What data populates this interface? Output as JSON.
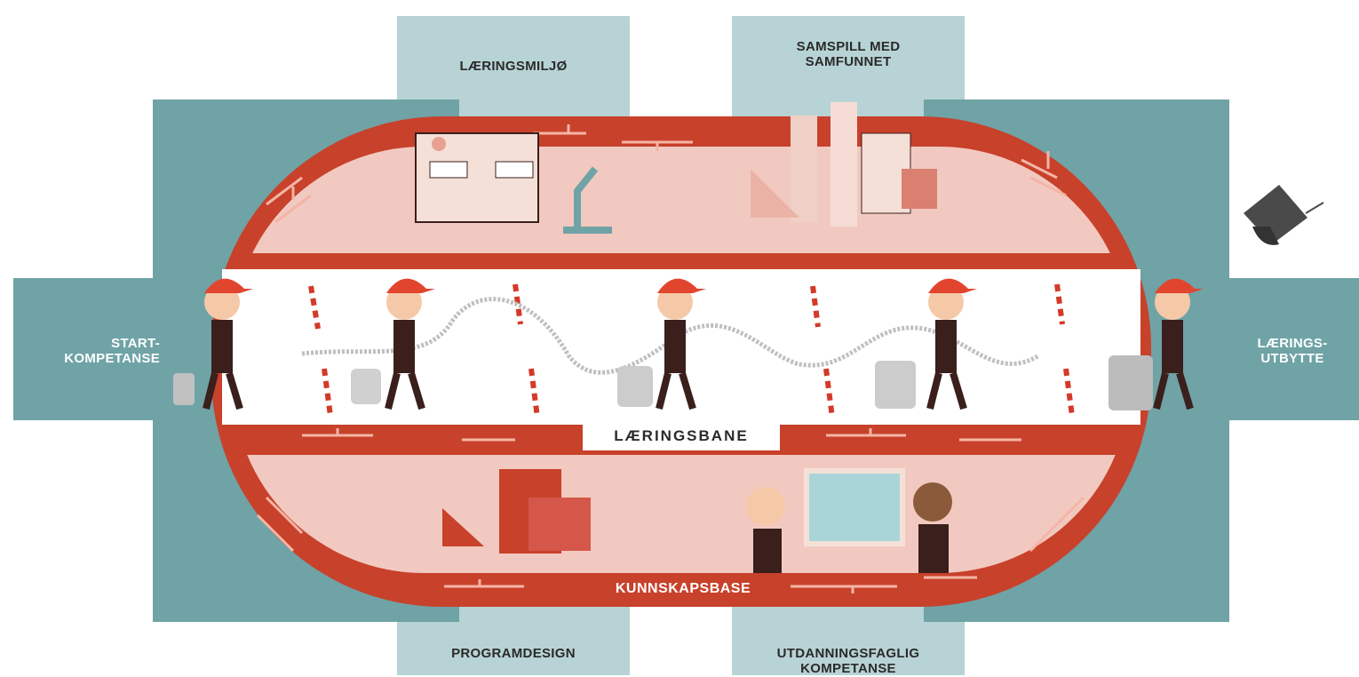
{
  "labels": {
    "top_left": "LÆRINGSMILJØ",
    "top_right_line1": "SAMSPILL MED",
    "top_right_line2": "SAMFUNNET",
    "left_line1": "START-",
    "left_line2": "KOMPETANSE",
    "right_line1": "LÆRINGS-",
    "right_line2": "UTBYTTE",
    "bottom_left": "PROGRAMDESIGN",
    "bottom_right_line1": "UTDANNINGSFAGLIG",
    "bottom_right_line2": "KOMPETANSE",
    "track": "LÆRINGSBANE",
    "base": "KUNNSKAPSBASE"
  },
  "colors": {
    "teal": "#6fa3a6",
    "light_teal": "#b8d3d5",
    "brick_red": "#c8412b",
    "pink": "#f2c9c0",
    "track": "#ffffff"
  }
}
